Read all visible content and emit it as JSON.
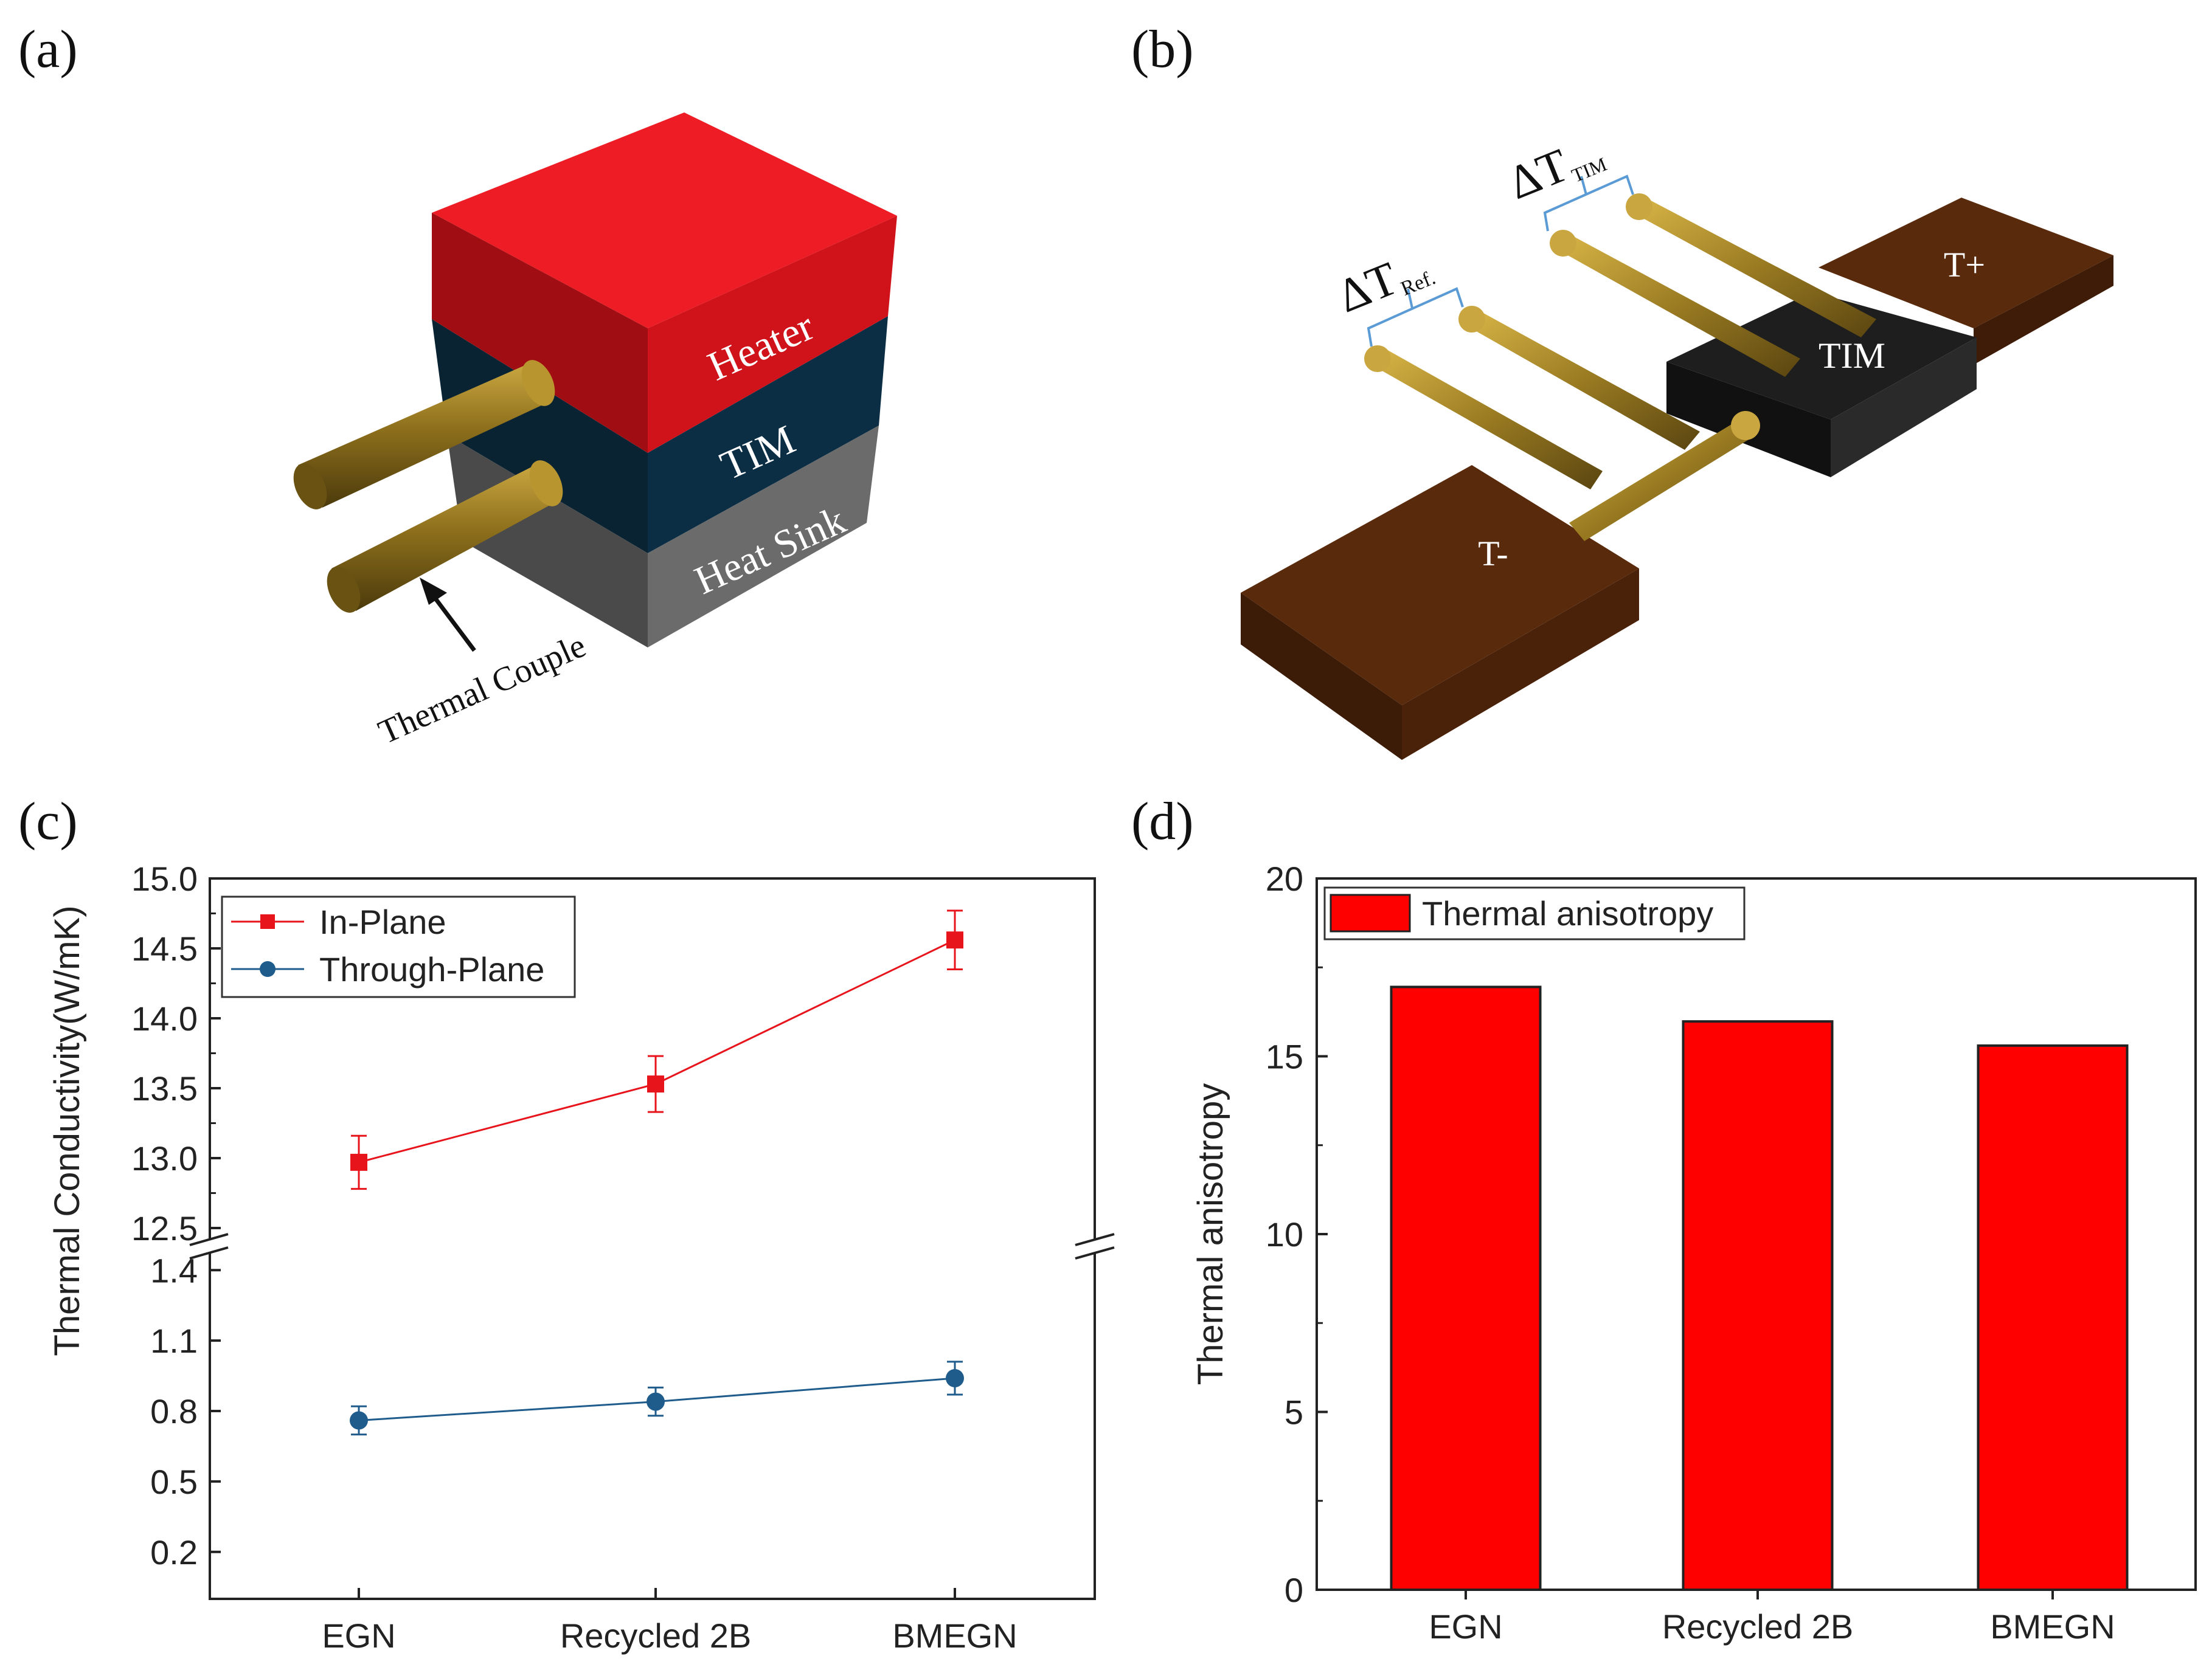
{
  "panels": {
    "a": "(a)",
    "b": "(b)",
    "c": "(c)",
    "d": "(d)"
  },
  "diagram_a": {
    "heater": "Heater",
    "tim": "TIM",
    "heat_sink": "Heat Sink",
    "thermal_couple": "Thermal Couple",
    "colors": {
      "heater": "#d0121a",
      "tim": "#0b2e45",
      "heat_sink": "#6b6b6b",
      "rod": "#8a6d1f"
    }
  },
  "diagram_b": {
    "delta_ref_symbol": "ΔT",
    "delta_ref_sub": "Ref.",
    "delta_tim_symbol": "ΔT",
    "delta_tim_sub": "TIM",
    "t_plus": "T+",
    "t_minus": "T-",
    "tim": "TIM",
    "colors": {
      "block": "#5a2a0c",
      "tim": "#1e1e1e",
      "rod": "#9a7b22"
    }
  },
  "chart_data": [
    {
      "type": "line",
      "panel": "c",
      "categories": [
        "EGN",
        "Recycled 2B",
        "BMEGN"
      ],
      "ylabel": "Thermal Conductivity(W/mK)",
      "broken_axis": true,
      "upper_ylim": [
        12.5,
        15.0
      ],
      "upper_yticks": [
        "12.5",
        "13.0",
        "13.5",
        "14.0",
        "14.5",
        "15.0"
      ],
      "lower_ylim": [
        0.0,
        1.45
      ],
      "lower_yticks": [
        "0.2",
        "0.5",
        "0.8",
        "1.1",
        "1.4"
      ],
      "legend_position": "top-left",
      "series": [
        {
          "name": "In-Plane",
          "values": [
            12.97,
            13.53,
            14.56
          ],
          "errors": [
            0.19,
            0.2,
            0.21
          ],
          "color": "#e8141c",
          "marker": "square"
        },
        {
          "name": "Through-Plane",
          "values": [
            0.76,
            0.84,
            0.94
          ],
          "errors": [
            0.06,
            0.06,
            0.07
          ],
          "color": "#1f5c8c",
          "marker": "circle"
        }
      ]
    },
    {
      "type": "bar",
      "panel": "d",
      "categories": [
        "EGN",
        "Recycled 2B",
        "BMEGN"
      ],
      "values": [
        16.95,
        15.98,
        15.3
      ],
      "ylabel": "Thermal anisotropy",
      "ylim": [
        0,
        20
      ],
      "yticks": [
        "0",
        "5",
        "10",
        "15",
        "20"
      ],
      "legend_position": "top-left",
      "series_name": "Thermal anisotropy",
      "color": "#ff0000"
    }
  ]
}
